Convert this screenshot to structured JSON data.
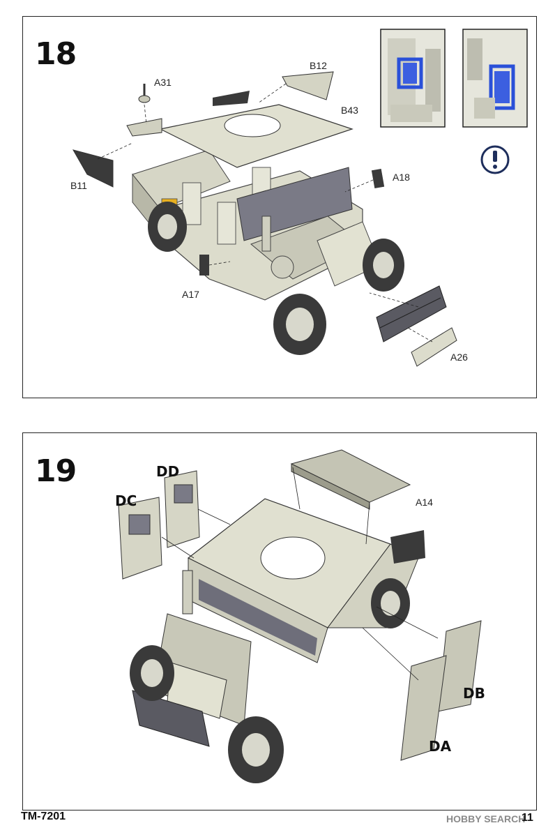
{
  "step18": {
    "number": "18",
    "labels": {
      "a31": "A31",
      "b12": "B12",
      "b43": "B43",
      "b11": "B11",
      "a18": "A18",
      "a17": "A17",
      "a26": "A26"
    }
  },
  "step19": {
    "number": "19",
    "labels": {
      "dd": "DD",
      "dc": "DC",
      "a14": "A14",
      "db": "DB",
      "da": "DA"
    }
  },
  "footer": {
    "code": "TM-7201",
    "page": "11",
    "watermark": "HOBBY SEARCH"
  },
  "colors": {
    "body": "#dcdccc",
    "body_dark": "#a8a898",
    "tire": "#3a3a3a",
    "highlight_blue": "#2a50d8",
    "accent_yellow": "#e8b020",
    "line": "#222222"
  },
  "icons": {
    "caution": "exclamation-circle-icon"
  }
}
